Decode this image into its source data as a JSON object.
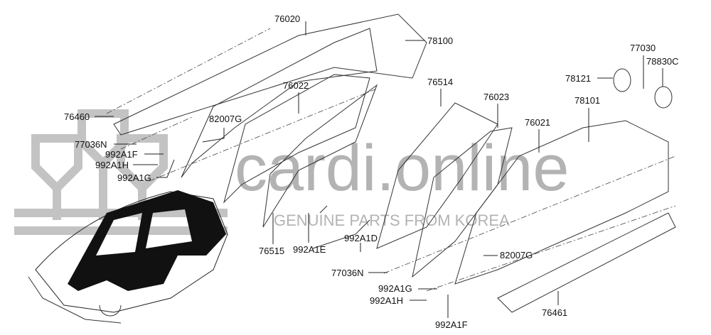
{
  "diagram": {
    "watermark": {
      "brand": "cardi.online",
      "tagline": "GENUINE PARTS FROM KOREA"
    },
    "labels": [
      "76020",
      "78100",
      "76022",
      "76460",
      "82007G",
      "77036N",
      "992A1F",
      "992A1H",
      "992A1G",
      "76514",
      "76023",
      "76021",
      "78101",
      "77030",
      "78830C",
      "78121",
      "76515",
      "992A1E",
      "992A1D",
      "77036N",
      "82007G",
      "992A1G",
      "992A1H",
      "992A1F",
      "76461"
    ],
    "colors": {
      "line": "#333333",
      "watermark": "#9a9a9a",
      "silhouette": "#111111"
    }
  }
}
